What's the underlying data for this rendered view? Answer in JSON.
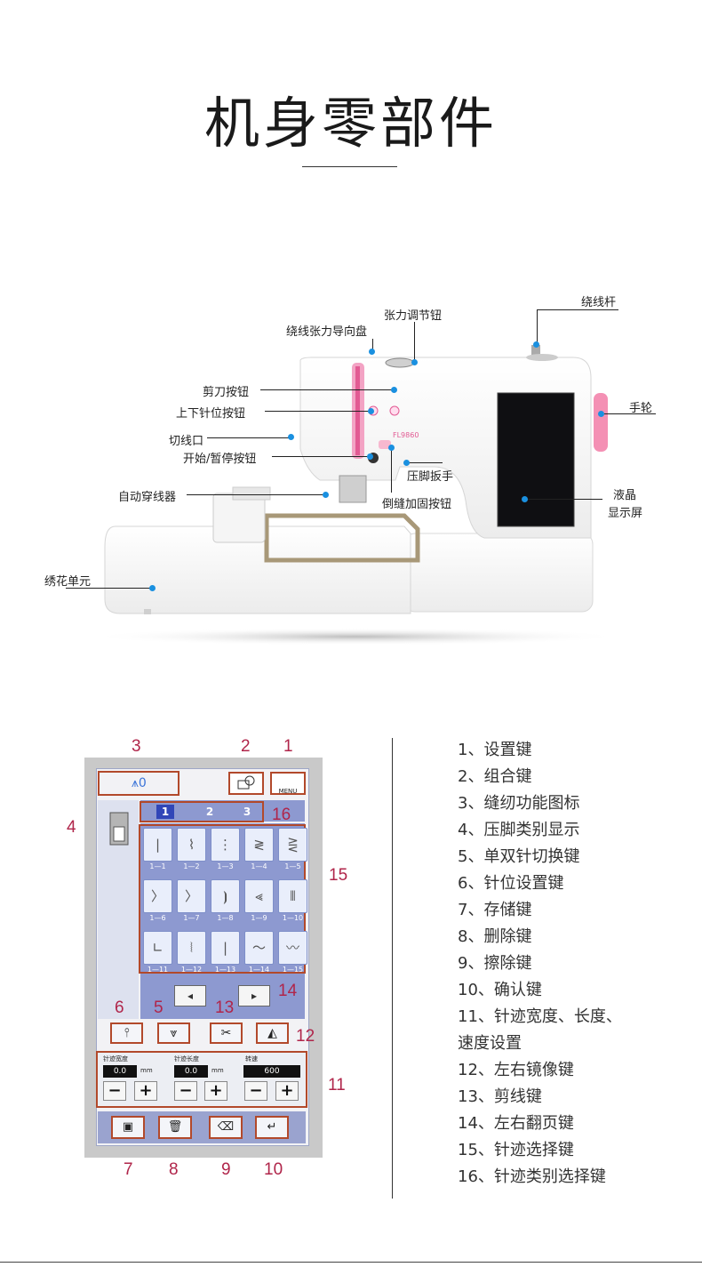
{
  "title": "机身零部件",
  "machine": {
    "model": "FL9860",
    "callouts": {
      "winder_spindle": "绕线杆",
      "tension_knob": "张力调节钮",
      "tension_guide": "绕线张力导向盘",
      "scissor_button": "剪刀按钮",
      "needle_updown_button": "上下针位按钮",
      "thread_cutter": "切线口",
      "start_stop_button": "开始/暂停按钮",
      "handwheel": "手轮",
      "presser_lever": "压脚扳手",
      "auto_threader": "自动穿线器",
      "reverse_button": "倒缝加固按钮",
      "lcd_line1": "液晶",
      "lcd_line2": "显示屏",
      "embroidery_unit": "绣花单元"
    }
  },
  "panel": {
    "numbers": [
      "1",
      "2",
      "3",
      "4",
      "5",
      "6",
      "7",
      "8",
      "9",
      "10",
      "11",
      "12",
      "13",
      "14",
      "15",
      "16"
    ],
    "category_tabs": [
      "1",
      "2",
      "3"
    ],
    "stitch_labels": [
      "1—1",
      "1—2",
      "1—3",
      "1—4",
      "1—5",
      "1—6",
      "1—7",
      "1—8",
      "1—9",
      "1—10",
      "1—11",
      "1—12",
      "1—13",
      "1—14",
      "1—15"
    ],
    "menu_label": "MENU",
    "width_label": "针迹宽度",
    "width_value": "0.0",
    "length_label": "针迹长度",
    "length_value": "0.0",
    "unit": "mm",
    "speed_label": "转速",
    "speed_value": "600",
    "minus": "−",
    "plus": "+"
  },
  "legend": [
    "1、设置键",
    "2、组合键",
    "3、缝纫功能图标",
    "4、压脚类别显示",
    "5、单双针切换键",
    "6、针位设置键",
    "7、存储键",
    "8、删除键",
    "9、擦除键",
    "10、确认键",
    "11、针迹宽度、长度、",
    "速度设置",
    "12、左右镜像键",
    "13、剪线键",
    "14、左右翻页键",
    "15、针迹选择键",
    "16、针迹类别选择键"
  ]
}
